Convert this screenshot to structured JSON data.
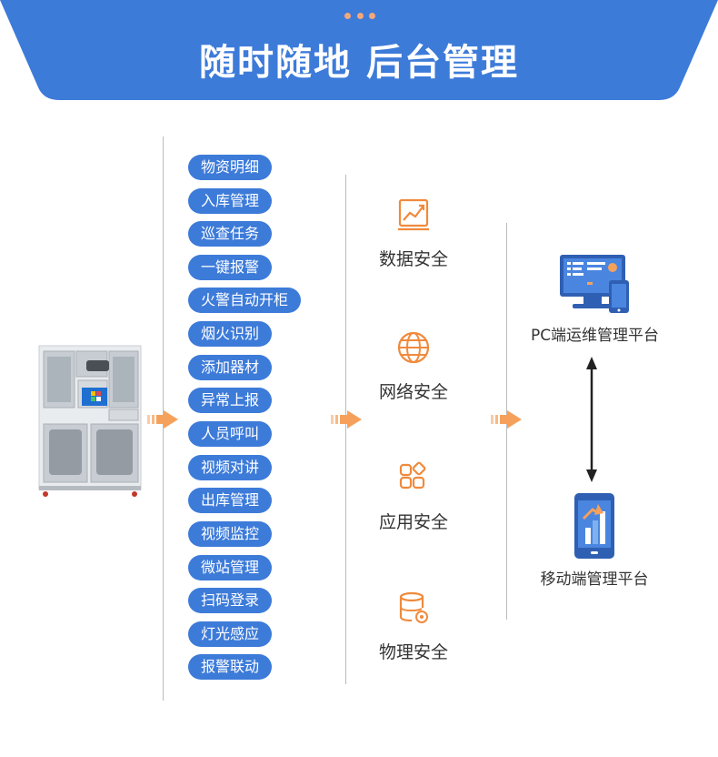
{
  "header": {
    "title": "随时随地 后台管理"
  },
  "features": [
    "物资明细",
    "入库管理",
    "巡查任务",
    "一键报警",
    "火警自动开柜",
    "烟火识别",
    "添加器材",
    "异常上报",
    "人员呼叫",
    "视频对讲",
    "出库管理",
    "视频监控",
    "微站管理",
    "扫码登录",
    "灯光感应",
    "报警联动"
  ],
  "security": {
    "data": {
      "label": "数据安全",
      "icon": "chart-trend-icon"
    },
    "network": {
      "label": "网络安全",
      "icon": "globe-icon"
    },
    "app": {
      "label": "应用安全",
      "icon": "apps-grid-icon"
    },
    "physical": {
      "label": "物理安全",
      "icon": "database-gear-icon"
    }
  },
  "platforms": {
    "pc": {
      "label": "PC端运维管理平台",
      "icon": "desktop-monitor-icon"
    },
    "mobile": {
      "label": "移动端管理平台",
      "icon": "smartphone-chart-icon"
    }
  },
  "colors": {
    "brand_blue": "#3d7bd9",
    "accent_orange": "#f5a15b",
    "icon_orange": "#f08a3c"
  }
}
